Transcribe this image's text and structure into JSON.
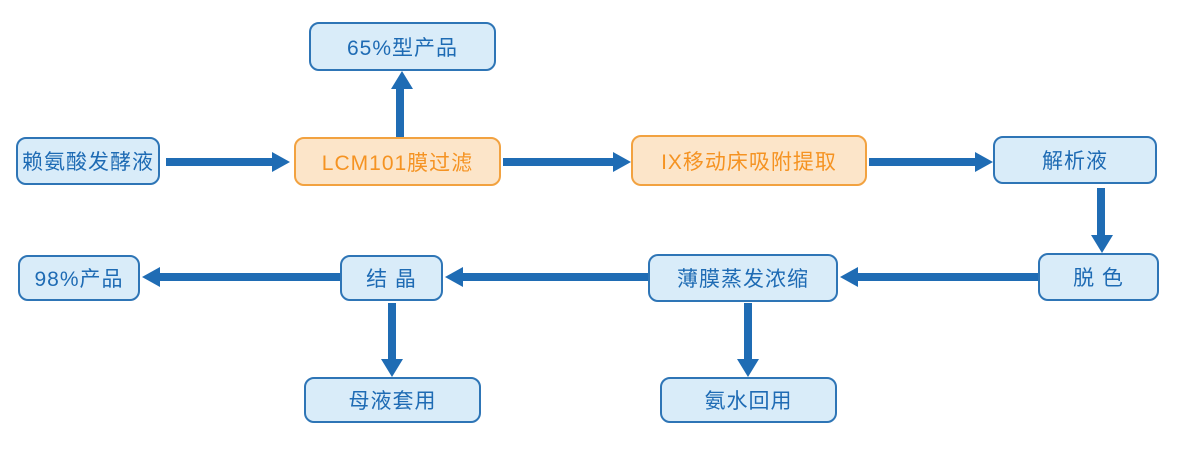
{
  "diagram": {
    "type": "process-flowchart",
    "nodes": {
      "lysine_broth": {
        "label": "赖氨酸发酵液",
        "style": "blue"
      },
      "product_65": {
        "label": "65%型产品",
        "style": "blue"
      },
      "lcm101_filter": {
        "label": "LCM101膜过滤",
        "style": "orange"
      },
      "ix_moving_bed": {
        "label": "IX移动床吸附提取",
        "style": "orange"
      },
      "desorption": {
        "label": "解析液",
        "style": "blue"
      },
      "decolorization": {
        "label": "脱  色",
        "style": "blue"
      },
      "thin_film_evap": {
        "label": "薄膜蒸发浓缩",
        "style": "blue"
      },
      "crystallization": {
        "label": "结  晶",
        "style": "blue"
      },
      "product_98": {
        "label": "98%产品",
        "style": "blue"
      },
      "mother_liquor": {
        "label": "母液套用",
        "style": "blue"
      },
      "ammonia_reuse": {
        "label": "氨水回用",
        "style": "blue"
      }
    },
    "edges": [
      {
        "from": "lysine_broth",
        "to": "lcm101_filter",
        "direction": "right"
      },
      {
        "from": "lcm101_filter",
        "to": "product_65",
        "direction": "up"
      },
      {
        "from": "lcm101_filter",
        "to": "ix_moving_bed",
        "direction": "right"
      },
      {
        "from": "ix_moving_bed",
        "to": "desorption",
        "direction": "right"
      },
      {
        "from": "desorption",
        "to": "decolorization",
        "direction": "down"
      },
      {
        "from": "decolorization",
        "to": "thin_film_evap",
        "direction": "left"
      },
      {
        "from": "thin_film_evap",
        "to": "crystallization",
        "direction": "left"
      },
      {
        "from": "crystallization",
        "to": "product_98",
        "direction": "left"
      },
      {
        "from": "crystallization",
        "to": "mother_liquor",
        "direction": "down"
      },
      {
        "from": "thin_film_evap",
        "to": "ammonia_reuse",
        "direction": "down"
      }
    ],
    "colors": {
      "blue_fill": "#D9ECF9",
      "blue_border": "#2E75B6",
      "blue_text": "#1E6BB4",
      "orange_fill": "#FCE5C9",
      "orange_border": "#F2A240",
      "orange_text": "#F59322",
      "arrow": "#1F6CB4",
      "background": "#FFFFFF"
    }
  }
}
